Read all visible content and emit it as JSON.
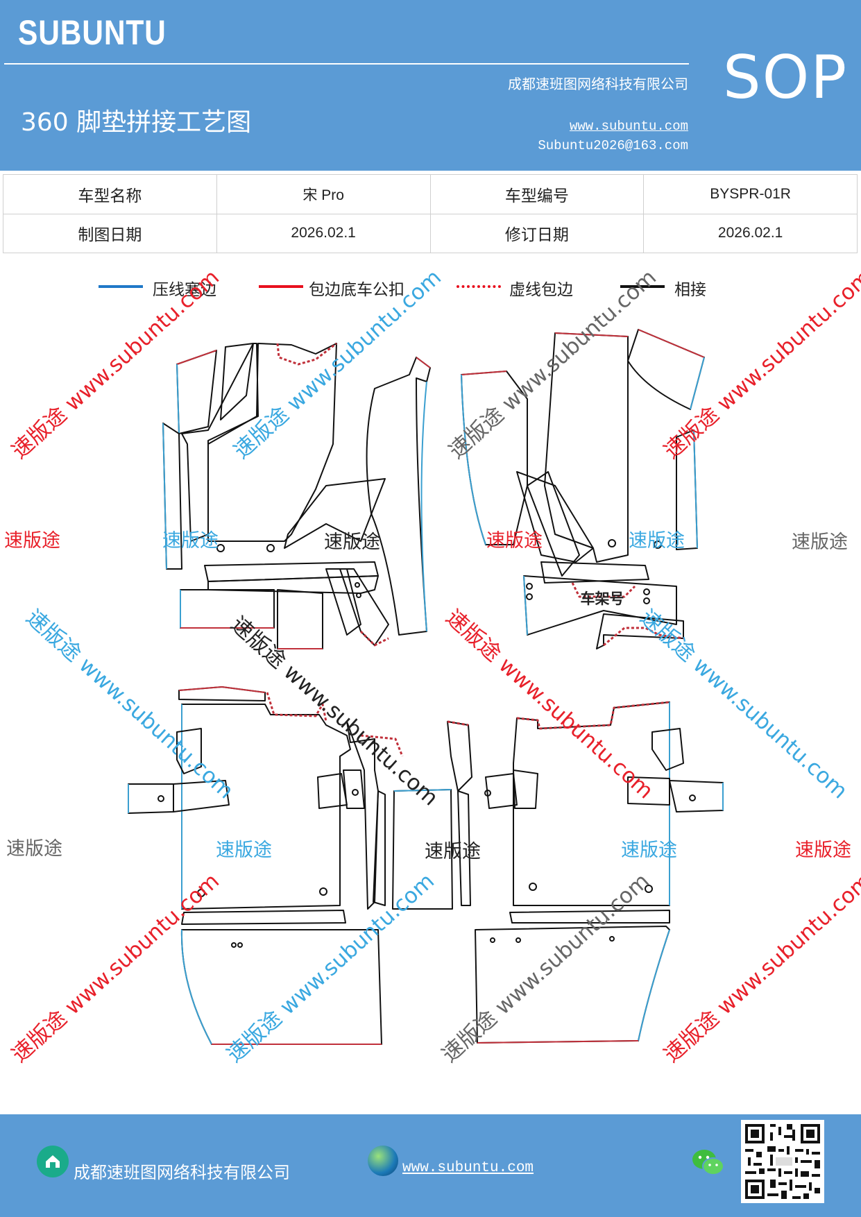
{
  "header": {
    "brand": "SUBUNTU",
    "title": "360 脚垫拼接工艺图",
    "company": "成都速班图网络科技有限公司",
    "website": "www.subuntu.com",
    "email": "Subuntu2026@163.com",
    "badge": "SOP"
  },
  "info_table": {
    "row1": {
      "label1": "车型名称",
      "value1": "宋 Pro",
      "label2": "车型编号",
      "value2": "BYSPR-01R"
    },
    "row2": {
      "label1": "制图日期",
      "value1": "2026.02.1",
      "label2": "修订日期",
      "value2": "2026.02.1"
    }
  },
  "legend": [
    {
      "label": "压线塞边",
      "color": "#1f78c8",
      "style": "solid"
    },
    {
      "label": "包边底车公扣",
      "color": "#e8101e",
      "style": "solid"
    },
    {
      "label": "虚线包边",
      "color": "#e8101e",
      "style": "dotted"
    },
    {
      "label": "相接",
      "color": "#111111",
      "style": "solid"
    }
  ],
  "drawing": {
    "frame_label": "车架号"
  },
  "watermarks": {
    "brand_cn": "速版途",
    "diag": "速版途 www.subuntu.com",
    "colors": {
      "red": "#e8202a",
      "blue": "#3aa8e0",
      "gray": "#666666",
      "black": "#222222"
    }
  },
  "footer": {
    "company": "成都速班图网络科技有限公司",
    "website": "www.subuntu.com"
  },
  "colors": {
    "header_bg": "#5b9bd5",
    "outline_blue": "#3a9fd0",
    "outline_red": "#c0303a"
  }
}
